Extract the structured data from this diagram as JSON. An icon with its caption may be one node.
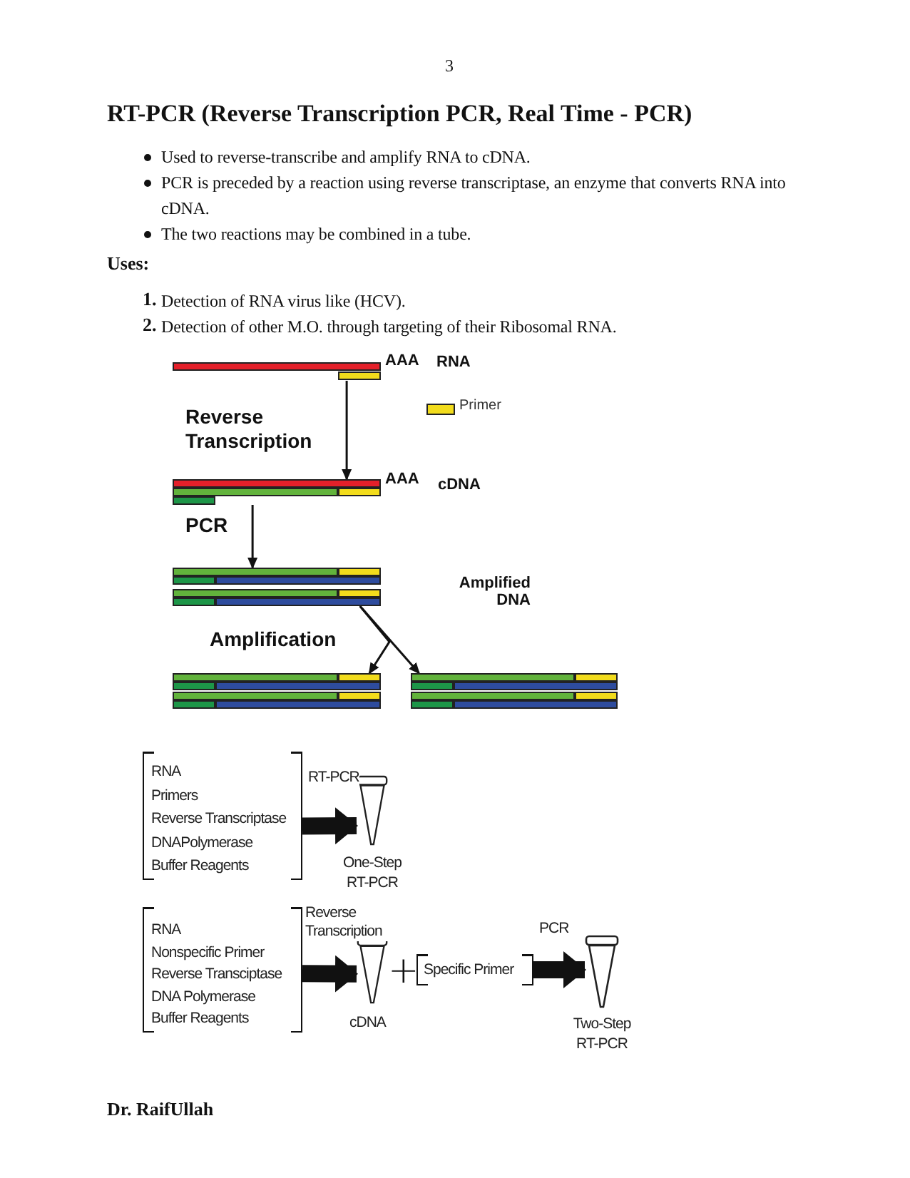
{
  "diagram": {
    "title": "RT-PCR (Reverse Transcription PCR, Real Time - PCR)",
    "nodes": [
      {
        "text": [],
        "shape": "bar",
        "beside": [
          "AAA",
          "RNA"
        ]
      },
      {
        "text": [],
        "shape": "bar",
        "beside": [
          "AAA",
          "cDNA"
        ]
      },
      {
        "text": [],
        "shape": "bar"
      },
      {
        "text": [],
        "shape": "bar"
      },
      {
        "text": [],
        "shape": "bar"
      },
      {
        "text": [
          "RNA",
          "Primers",
          "Reverse Transcriptase",
          "DNAPolymerase",
          "Buffer Reagents"
        ]
      },
      {
        "text": [],
        "shape": "tube",
        "beside": [
          "One-Step RT-PCR"
        ]
      },
      {
        "text": [
          "RNA",
          "Nonspecific Primer",
          "Reverse Transciptase",
          "DNA Polymerase",
          "Buffer Reagents"
        ]
      },
      {
        "text": [],
        "shape": "tube",
        "beside": [
          "cDNA"
        ]
      },
      {
        "text": [
          "Specific Primer"
        ]
      },
      {
        "text": [],
        "shape": "tube",
        "beside": [
          "Two-Step RT-PCR"
        ]
      }
    ],
    "edges": [
      {
        "from": 0,
        "to": 1,
        "arrow": "to",
        "label": "Reverse Transcription"
      },
      {
        "from": 1,
        "to": 2,
        "arrow": "to",
        "label": "PCR"
      },
      {
        "from": 2,
        "to": 3,
        "arrow": "to",
        "label": "Amplification"
      },
      {
        "from": 2,
        "to": 4,
        "arrow": "to"
      },
      {
        "from": 5,
        "to": 6,
        "arrow": "to",
        "label": "RT-PCR",
        "style": "thick"
      },
      {
        "from": 7,
        "to": 8,
        "arrow": "to",
        "label": "Reverse Transcription",
        "style": "thick"
      },
      {
        "from": 9,
        "to": 10,
        "arrow": "to",
        "label": "PCR",
        "style": "thick"
      }
    ],
    "labels": [
      "Amplified DNA",
      "3",
      "Used to reverse-transcribe and amplify RNA to cDNA.",
      "PCR is preceded by a reaction using reverse transcriptase, an enzyme that converts RNA into cDNA.",
      "The two reactions may be combined in a tube.",
      "Uses:",
      "1.",
      "Detection of RNA virus like (HCV).",
      "2.",
      "Detection of other M.O. through targeting of their Ribosomal RNA.",
      "+",
      "Dr. RaifUllah"
    ],
    "legend": [
      {
        "text": "Primer",
        "color": "#f2dc1c"
      }
    ]
  }
}
